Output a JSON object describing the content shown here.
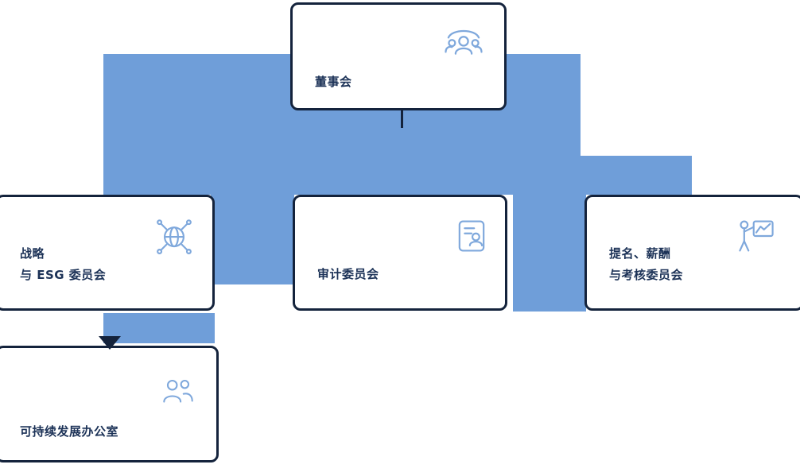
{
  "palette": {
    "connector": "#6f9ed9",
    "border": "#14233c",
    "text": "#1c3257",
    "icon": "#7fa8dc",
    "card_bg": "#ffffff"
  },
  "org_chart": {
    "type": "org-chart",
    "nodes": [
      {
        "id": "board",
        "label": "董事会",
        "icon": "people-group-icon",
        "reports_to": null
      },
      {
        "id": "strategy_esg",
        "label": "战略 与 ESG 委员会",
        "label_lines": [
          "战略",
          "与 ESG 委员会"
        ],
        "icon": "globe-network-icon",
        "reports_to": "board"
      },
      {
        "id": "audit",
        "label": "审计委员会",
        "icon": "audit-document-icon",
        "reports_to": "board"
      },
      {
        "id": "nomination",
        "label": "提名、薪酬 与考核委员会",
        "label_lines": [
          "提名、薪酬",
          "与考核委员会"
        ],
        "icon": "presenter-chart-icon",
        "reports_to": "board"
      },
      {
        "id": "sustainability_office",
        "label": "可持续发展办公室",
        "icon": "team-icon",
        "reports_to": "strategy_esg"
      }
    ]
  }
}
